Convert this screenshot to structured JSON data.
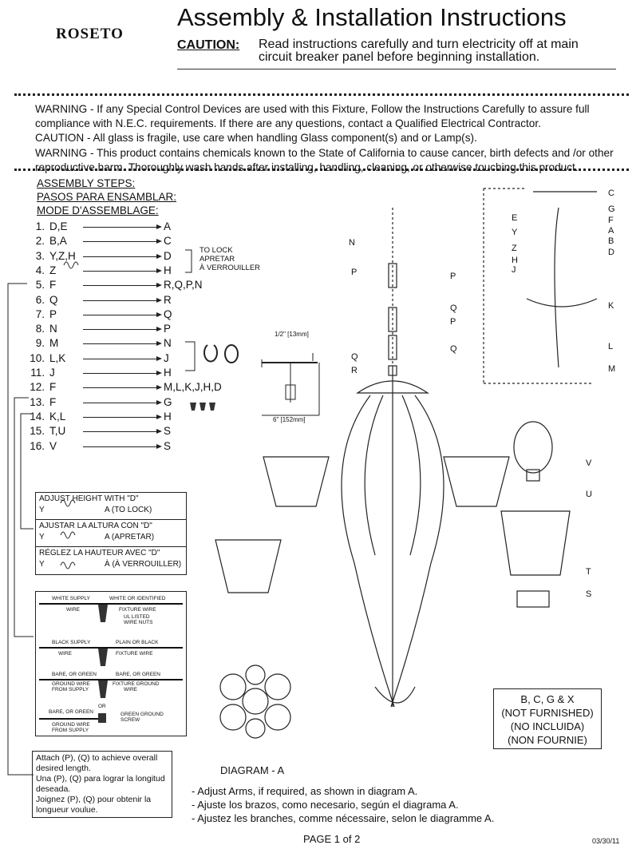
{
  "header": {
    "brand": "ROSETO",
    "title": "Assembly & Installation Instructions",
    "caution_label": "CAUTION:",
    "caution_text": "Read instructions carefully and turn electricity off at main circuit breaker panel before beginning installation."
  },
  "warnings": [
    "WARNING - If any Special Control Devices are used with this Fixture, Follow the Instructions Carefully to assure full compliance with N.E.C. requirements. If there are any questions, contact a Qualified Electrical Contractor.",
    "CAUTION - All glass is fragile, use care when handling Glass component(s) and or Lamp(s).",
    "WARNING - This product contains chemicals known to the State of California to cause cancer, birth defects and /or other reproductive harm.  Thoroughly wash hands after installing, handling, cleaning, or otherwise touching this product."
  ],
  "steps_headings": [
    "ASSEMBLY STEPS:",
    "PASOS PARA ENSAMBLAR:",
    "MODE D'ASSEMBLAGE:"
  ],
  "steps": [
    {
      "num": "1.",
      "from": "D,E",
      "to": "A"
    },
    {
      "num": "2.",
      "from": "B,A",
      "to": "C"
    },
    {
      "num": "3.",
      "from": "Y,Z,H",
      "to": "D"
    },
    {
      "num": "4.",
      "from": "Z",
      "to": "H"
    },
    {
      "num": "5.",
      "from": "F",
      "to": "R,Q,P,N"
    },
    {
      "num": "6.",
      "from": "Q",
      "to": "R"
    },
    {
      "num": "7.",
      "from": "P",
      "to": "Q"
    },
    {
      "num": "8.",
      "from": "N",
      "to": "P"
    },
    {
      "num": "9.",
      "from": "M",
      "to": "N"
    },
    {
      "num": "10.",
      "from": "L,K",
      "to": "J"
    },
    {
      "num": "11.",
      "from": "J",
      "to": "H"
    },
    {
      "num": "12.",
      "from": "F",
      "to": "M,L,K,J,H,D"
    },
    {
      "num": "13.",
      "from": "F",
      "to": "G"
    },
    {
      "num": "14.",
      "from": "K,L",
      "to": "H"
    },
    {
      "num": "15.",
      "from": "T,U",
      "to": "S"
    },
    {
      "num": "16.",
      "from": "V",
      "to": "S"
    }
  ],
  "to_lock": [
    "TO LOCK",
    "APRETAR",
    "À VERROUILLER"
  ],
  "measures": {
    "half_inch": "1/2\" [13mm]",
    "six_inch": "6\" [152mm]"
  },
  "adjust_box": {
    "en": "ADJUST HEIGHT WITH \"D\"",
    "en_row": "A (TO LOCK)",
    "es": "AJUSTAR LA ALTURA CON \"D\"",
    "es_row": "A (APRETAR)",
    "fr": "RÉGLEZ LA HAUTEUR AVEC \"D\"",
    "fr_row": "À (À VERROUILLER)",
    "y": "Y"
  },
  "wiring": {
    "white_supply": "WHITE SUPPLY",
    "wire": "WIRE",
    "white_identified": "WHITE OR IDENTIFIED",
    "fixture_wire": "FIXTURE WIRE",
    "ul_listed": "UL LISTED",
    "wire_nuts": "WIRE NUTS",
    "black_supply": "BLACK SUPPLY",
    "plain_black": "PLAIN OR BLACK",
    "bare_green": "BARE, OR GREEN",
    "ground_wire": "GROUND WIRE",
    "from_supply": "FROM SUPPLY",
    "fixture_ground": "FIXTURE GROUND",
    "or": "OR",
    "green_screw": "GREEN GROUND",
    "screw": "SCREW"
  },
  "attach_note": "Attach (P), (Q)  to achieve  overall desired length.\nUna  (P), (Q) para lograr la longitud deseada.\nJoignez (P), (Q)  pour obtenir la longueur voulue.",
  "diagram_label": "DIAGRAM -  A",
  "adjust_arms": [
    "- Adjust Arms, if required, as shown in diagram A.",
    "- Ajuste los brazos, como necesario, según el diagrama A.",
    "- Ajustez les branches, comme nécessaire, selon le diagramme A."
  ],
  "not_furnished": [
    "B, C, G & X",
    "(NOT FURNISHED)",
    "(NO INCLUIDA)",
    "(NON FOURNIE)"
  ],
  "part_labels": {
    "C": "C",
    "G": "G",
    "F": "F",
    "A": "A",
    "B": "B",
    "D": "D",
    "E": "E",
    "Y": "Y",
    "Z": "Z",
    "H": "H",
    "J": "J",
    "K": "K",
    "L": "L",
    "M": "M",
    "N": "N",
    "P": "P",
    "Q": "Q",
    "R": "R",
    "V": "V",
    "U": "U",
    "T": "T",
    "S": "S"
  },
  "footer": {
    "page": "PAGE 1 of 2",
    "date": "03/30/11"
  }
}
